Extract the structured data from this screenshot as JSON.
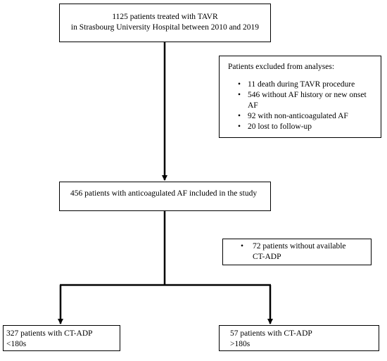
{
  "top_box": {
    "line1": "1125 patients treated with TAVR",
    "line2": "in Strasbourg University Hospital between 2010 and 2019"
  },
  "excluded_box": {
    "title": "Patients excluded from analyses:",
    "items": [
      "11 death during TAVR procedure",
      "546 without AF history or new onset AF",
      "92 with non-anticoagulated AF",
      "20 lost to follow-up"
    ]
  },
  "study_box": {
    "label": "456 patients with anticoagulated AF included in the study"
  },
  "no_ct_box": {
    "line1": "72 patients without available",
    "line2": "CT-ADP"
  },
  "left_box": {
    "line1": "327 patients with CT-ADP",
    "line2": "<180s"
  },
  "right_box": {
    "line1": "57 patients with CT-ADP",
    "line2": ">180s"
  }
}
